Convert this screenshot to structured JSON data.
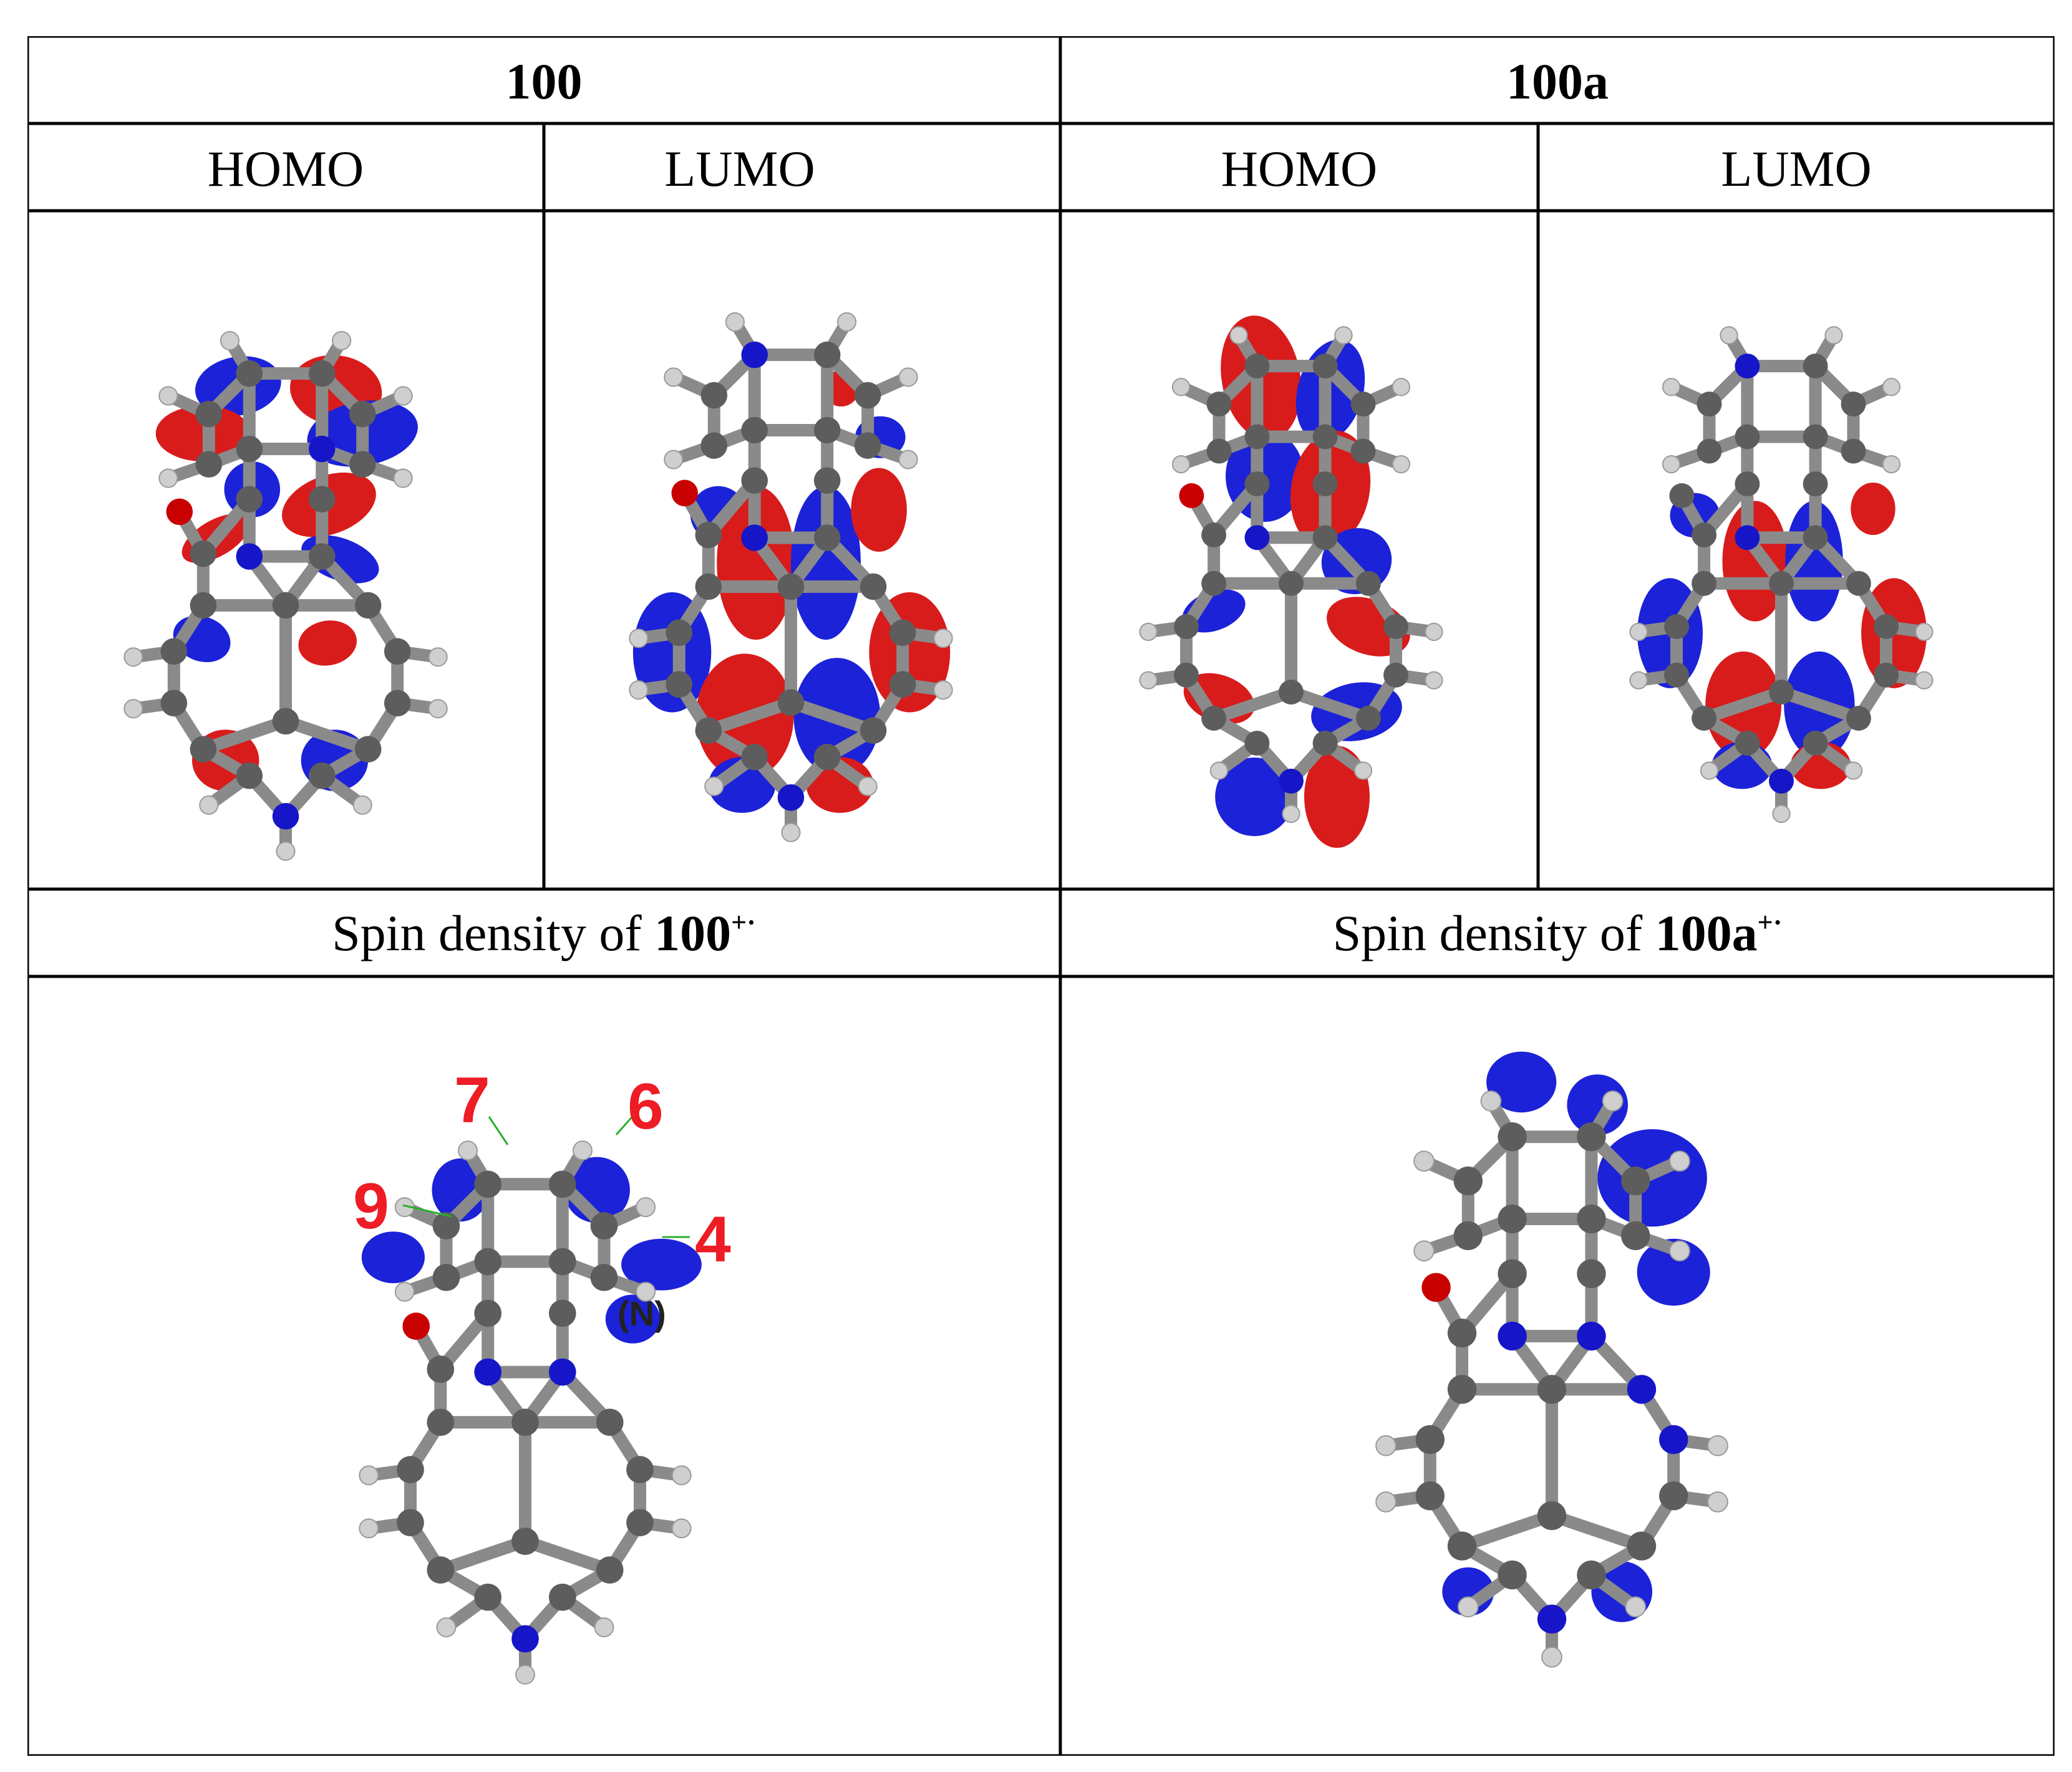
{
  "headers": {
    "compound_1": "100",
    "compound_2": "100a"
  },
  "orbitals": {
    "homo_1": "HOMO",
    "lumo_1": "LUMO",
    "homo_2": "HOMO",
    "lumo_2": "LUMO"
  },
  "spin": {
    "prefix_1": "Spin density of ",
    "compound_1": "100",
    "superscript_1": "+·",
    "prefix_2": "Spin density of ",
    "compound_2": "100a",
    "superscript_2": "+·"
  },
  "labels": {
    "pos_7": "7",
    "pos_6": "6",
    "pos_9": "9",
    "pos_4": "4",
    "nitrogen": "(N)"
  },
  "colors": {
    "positive_lobe": "#d81c1c",
    "negative_lobe": "#1c22d8",
    "carbon": "#5d5d5d",
    "nitrogen": "#1616c8",
    "oxygen": "#c80000",
    "hydrogen": "#cfcfcf",
    "label_red": "#ee1c24"
  }
}
